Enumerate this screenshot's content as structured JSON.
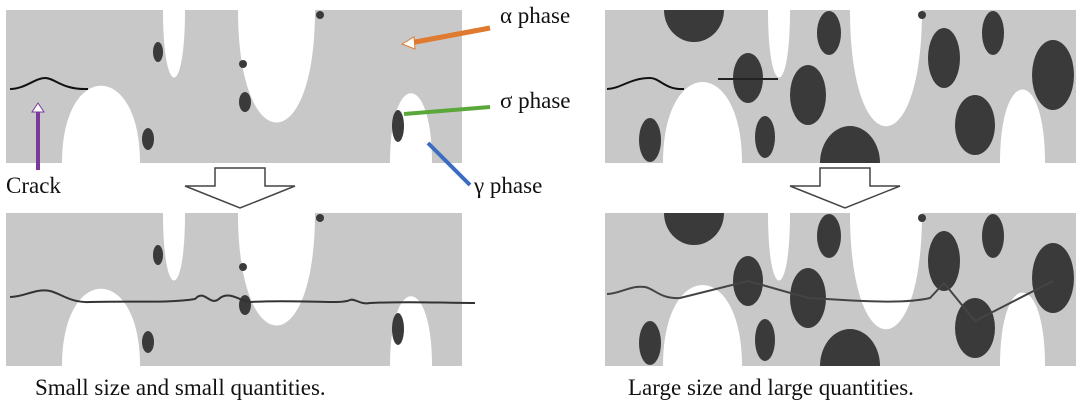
{
  "labels": {
    "alpha": "α phase",
    "sigma": "σ phase",
    "gamma": "γ phase",
    "crack": "Crack"
  },
  "captions": {
    "left": "Small size and small quantities.",
    "right": "Large size and large quantities."
  },
  "colors": {
    "matrix": "#c8c8c8",
    "particle": "#3a3a3a",
    "alpha_arrow": "#e07a30",
    "sigma_arrow": "#5aa83a",
    "gamma_arrow": "#3b6cc0",
    "crack_arrow": "#7a3a9a"
  }
}
